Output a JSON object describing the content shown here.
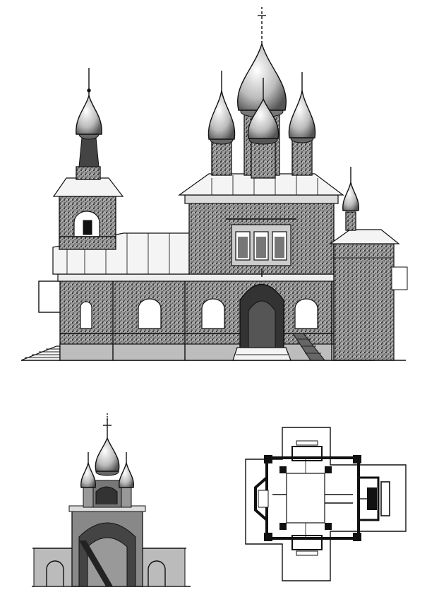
{
  "drawing": {
    "views": [
      {
        "id": "main-facade",
        "kind": "elevation"
      },
      {
        "id": "cross-section",
        "kind": "section"
      },
      {
        "id": "floor-plan",
        "kind": "plan"
      }
    ],
    "ink_color": "#111111",
    "paper_color": "#ffffff"
  }
}
